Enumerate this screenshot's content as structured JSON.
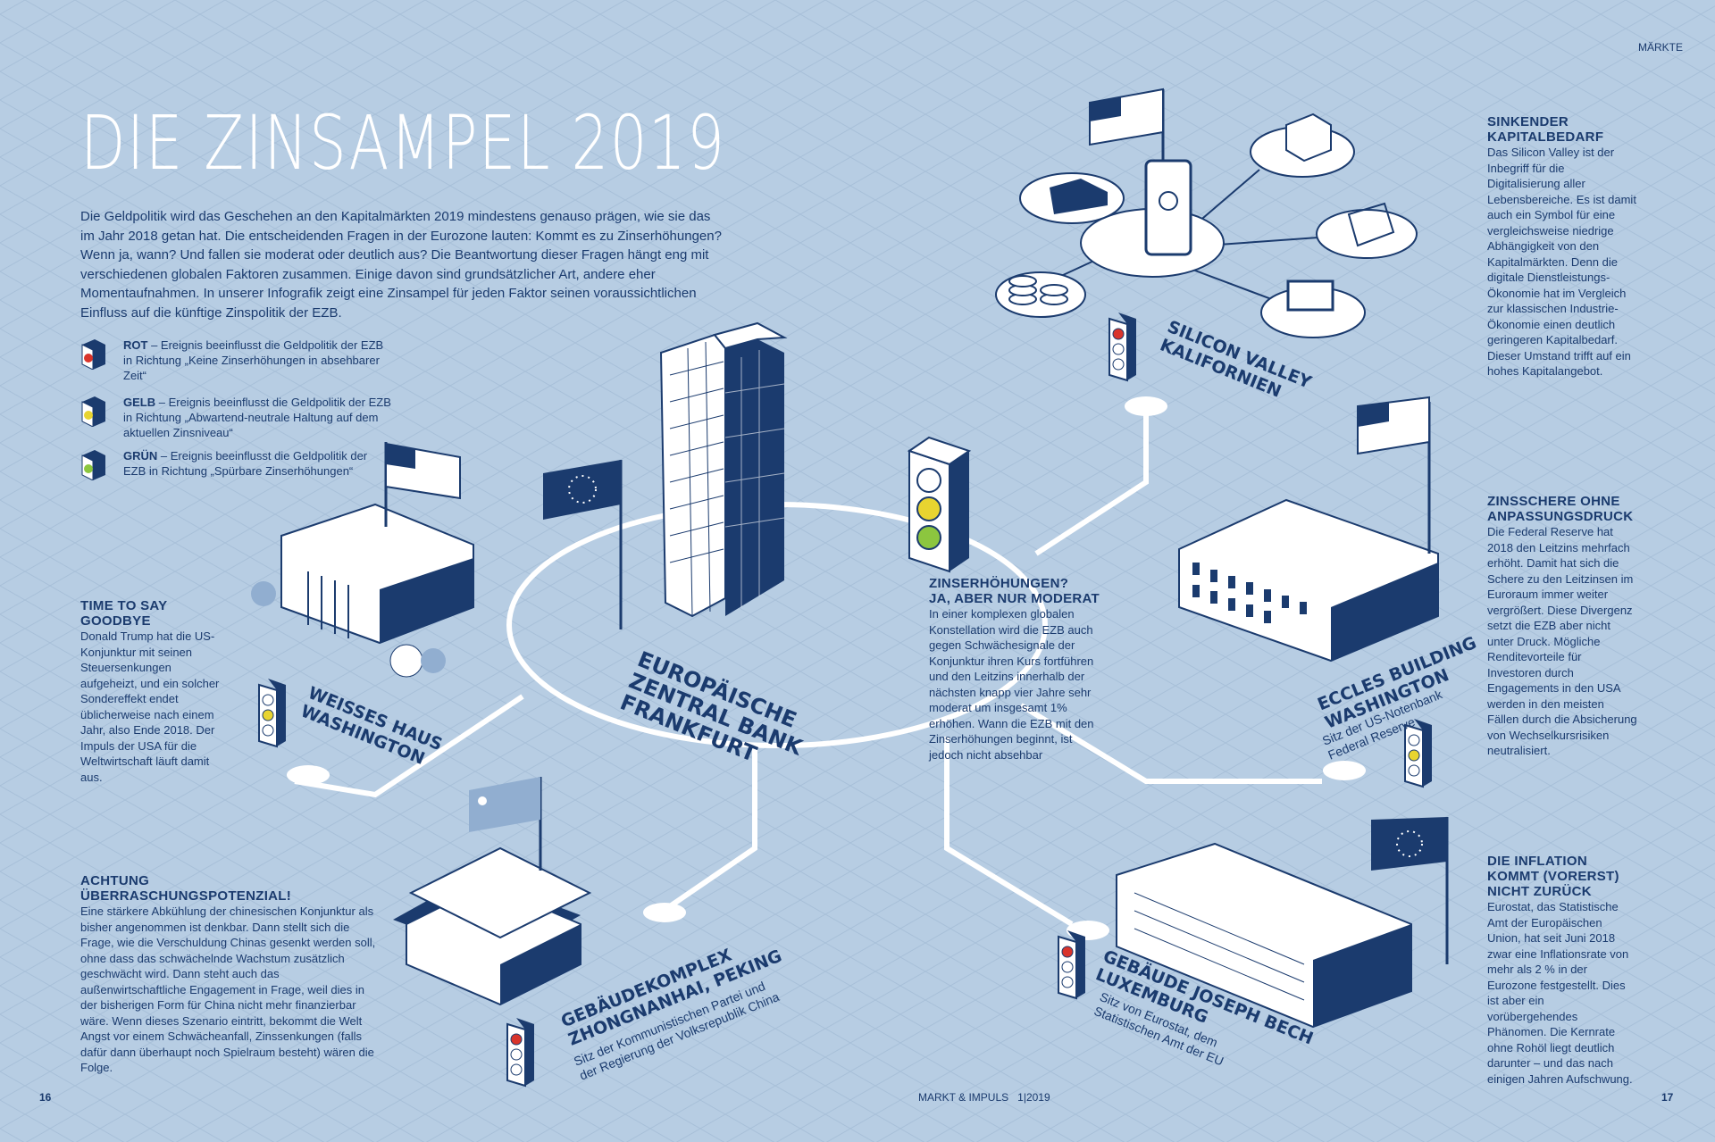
{
  "header": {
    "section": "MÄRKTE"
  },
  "title": "DIE ZINSAMPEL 2019",
  "intro": "Die Geldpolitik wird das Geschehen an den Kapitalmärkten 2019 mindestens genauso prägen, wie sie das im Jahr 2018 getan hat. Die entscheidenden Fragen in der Eurozone lauten: Kommt es zu Zinserhöhungen? Wenn ja, wann? Und fallen sie moderat oder deutlich aus? Die Beantwortung dieser Fragen hängt eng mit verschiedenen globalen Faktoren zusammen. Einige davon sind grundsätzlicher Art, andere eher Momentaufnahmen. In unserer Infografik zeigt eine Zinsampel für jeden Faktor seinen voraussichtlichen Einfluss auf die künftige Zinspolitik der EZB.",
  "legend": [
    {
      "key": "ROT",
      "text": " – Ereignis beeinflusst die Geldpolitik der EZB in Richtung „Keine Zinserhöhungen in absehbarer Zeit“",
      "color": "#d9342b"
    },
    {
      "key": "GELB",
      "text": " – Ereignis beeinflusst die Geldpolitik der EZB in Richtung „Abwartend-neutrale Haltung auf dem aktuellen Zinsniveau“",
      "color": "#e8d430"
    },
    {
      "key": "GRÜN",
      "text": " – Ereignis beeinflusst die Geldpolitik der EZB in Richtung „Spürbare Zinserhöhungen“",
      "color": "#8cc63f"
    }
  ],
  "colors": {
    "background": "#b7cde3",
    "navy": "#1b3b6e",
    "red": "#d9342b",
    "yellow": "#e8d430",
    "green": "#8cc63f"
  },
  "center": {
    "label": [
      "EUROPÄISCHE",
      "ZENTRAL BANK",
      "FRANKFURT"
    ],
    "heading": [
      "ZINSERHÖHUNGEN?",
      "JA, ABER NUR MODERAT"
    ],
    "text": "In einer komplexen globalen Konstellation wird die EZB auch gegen Schwächesignale der Konjunktur ihren Kurs fortführen und den Leitzins innerhalb der nächsten knapp vier Jahre sehr moderat um insgesamt 1% erhöhen. Wann die EZB mit den Zinserhöhungen beginnt, ist jedoch nicht absehbar"
  },
  "silicon": {
    "label": [
      "SILICON VALLEY",
      "KALIFORNIEN"
    ],
    "heading": [
      "SINKENDER",
      "KAPITALBEDARF"
    ],
    "text": "Das Silicon Valley ist der Inbegriff für die Digitalisierung aller Lebensbereiche. Es ist damit auch ein Symbol für eine vergleichsweise niedrige Abhängigkeit von den Kapitalmärkten. Denn die digitale Dienstleistungs-Ökonomie hat im Vergleich zur klassischen Industrie-Ökonomie einen deutlich geringeren Kapitalbedarf. Dieser Umstand trifft auf ein hohes Kapitalangebot."
  },
  "eccles": {
    "label": [
      "ECCLES BUILDING",
      "WASHINGTON"
    ],
    "sub": [
      "Sitz der US-Notenbank",
      "Federal Reserve"
    ],
    "heading": [
      "ZINSSCHERE OHNE",
      "ANPASSUNGSDRUCK"
    ],
    "text": "Die Federal Reserve hat 2018 den Leitzins mehrfach erhöht. Damit hat sich die Schere zu den Leitzinsen im Euroraum immer weiter vergrößert. Diese Divergenz setzt die EZB aber nicht unter Druck. Mögliche Renditevorteile für Investoren durch Engagements in den USA werden in den meisten Fällen durch die Absicherung von Wechselkursrisiken neutralisiert."
  },
  "white_house": {
    "label": [
      "WEISSES HAUS",
      "WASHINGTON"
    ],
    "heading": [
      "TIME TO SAY",
      "GOODBYE"
    ],
    "text": "Donald Trump hat die US-Konjunktur mit seinen Steuersenkungen aufgeheizt, und ein solcher Sondereffekt endet üblicherweise nach einem Jahr, also Ende 2018. Der Impuls der USA für die Weltwirtschaft läuft damit aus."
  },
  "peking": {
    "label": [
      "GEBÄUDEKOMPLEX",
      "ZHONGNANHAI, PEKING"
    ],
    "sub": [
      "Sitz der Kommunistischen Partei und",
      "der Regierung der Volksrepublik China"
    ],
    "heading": [
      "ACHTUNG",
      "ÜBERRASCHUNGSPOTENZIAL!"
    ],
    "text": "Eine stärkere Abkühlung der chinesischen Konjunktur als bisher angenommen ist denkbar. Dann stellt sich die Frage, wie die Verschuldung Chinas gesenkt werden soll, ohne dass das schwächelnde Wachstum zusätzlich geschwächt wird. Dann steht auch das außenwirtschaftliche Engagement in Frage, weil dies in der bisherigen Form für China nicht mehr finanzierbar wäre. Wenn dieses Szenario eintritt, bekommt die Welt Angst vor einem Schwächeanfall, Zinssenkungen (falls dafür dann überhaupt noch Spielraum besteht) wären die Folge."
  },
  "luxemburg": {
    "label": [
      "GEBÄUDE JOSEPH BECH",
      "LUXEMBURG"
    ],
    "sub": [
      "Sitz von Eurostat, dem",
      "Statistischen Amt der EU"
    ],
    "heading": [
      "DIE INFLATION",
      "KOMMT (VORERST)",
      "NICHT ZURÜCK"
    ],
    "text": "Eurostat, das Statistische Amt der Europäischen Union, hat seit Juni 2018 zwar eine Inflationsrate von mehr als 2 % in der Eurozone festgestellt. Dies ist aber ein vorübergehendes Phänomen. Die Kernrate ohne Rohöl liegt deutlich darunter – und das nach einigen Jahren Aufschwung."
  },
  "footer": {
    "page_left": "16",
    "magazine": "MARKT & IMPULS",
    "issue": "1|2019",
    "page_right": "17"
  }
}
